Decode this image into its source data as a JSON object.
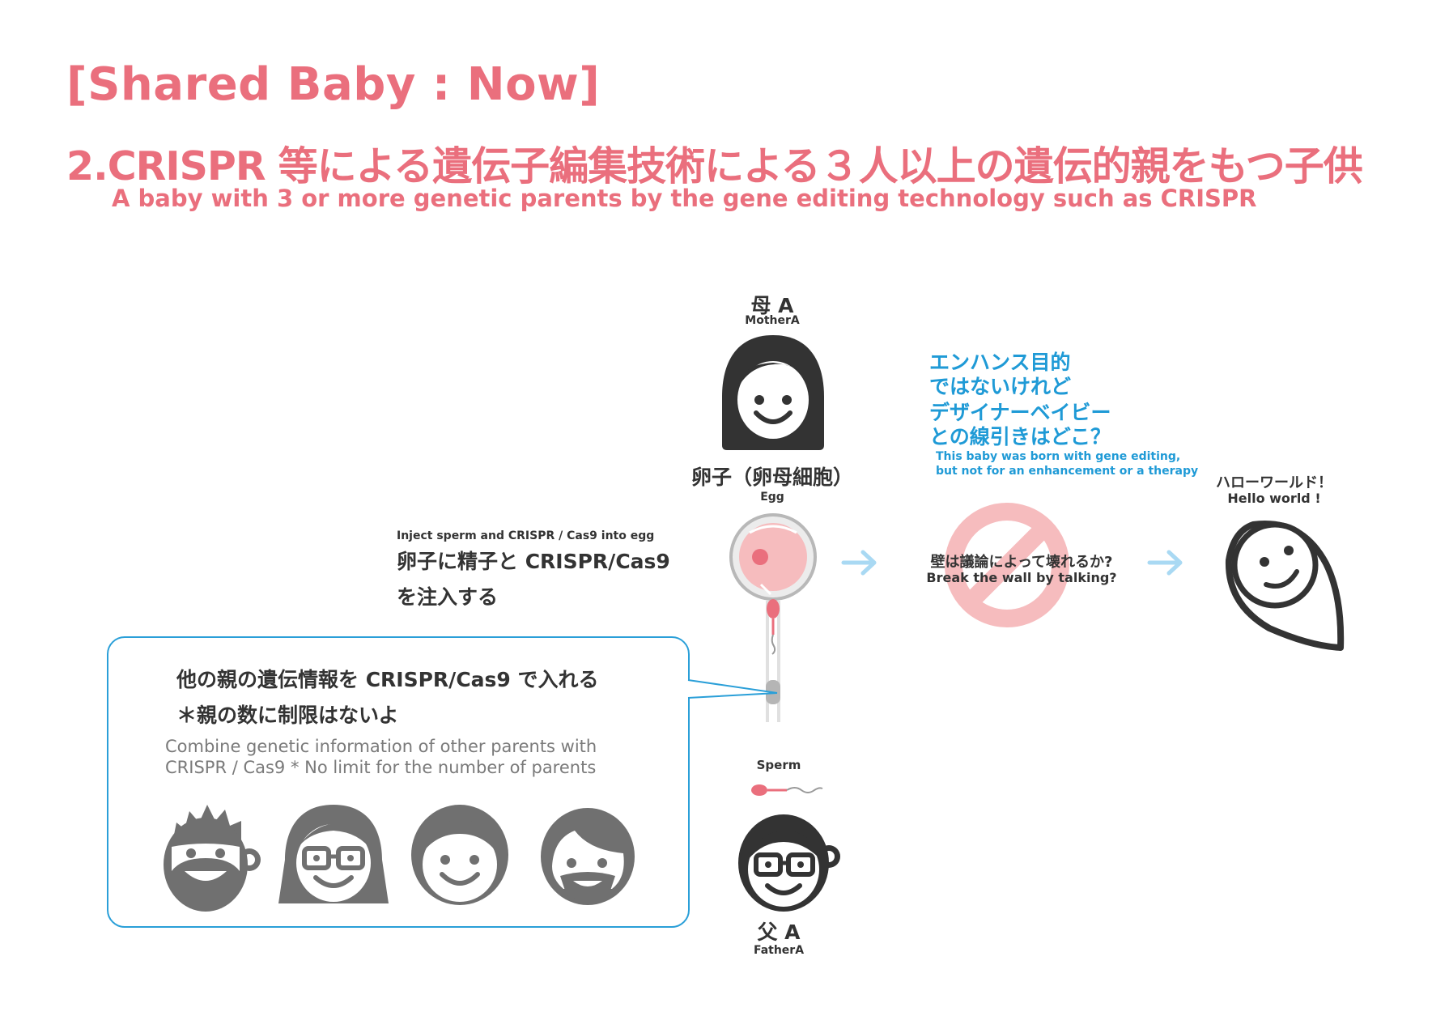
{
  "header": {
    "title": "[Shared Baby : Now]",
    "subtitle_ja": "2.CRISPR 等による遺伝子編集技術による３人以上の遺伝的親をもつ子供",
    "subtitle_en": "A baby with 3 or more genetic parents by the gene editing technology such as CRISPR"
  },
  "mother": {
    "label_ja": "母 A",
    "label_en": "MotherA"
  },
  "egg": {
    "label_ja": "卵子（卵母細胞）",
    "label_en": "Egg"
  },
  "injection": {
    "label_en": "Inject sperm and CRISPR / Cas9 into egg",
    "label_ja_line1": "卵子に精子と CRISPR/Cas9",
    "label_ja_line2": "を注入する"
  },
  "question": {
    "line1": "エンハンス目的",
    "line2": "ではないけれど",
    "line3": "デザイナーベイビー",
    "line4": "との線引きはどこ？",
    "en_line1": "This baby was born with gene editing,",
    "en_line2": "but not for an enhancement or a therapy"
  },
  "wall": {
    "label_ja": "壁は議論によって壊れるか?",
    "label_en": "Break the wall by talking?"
  },
  "baby": {
    "label_ja": "ハローワールド！",
    "label_en": "Hello world !"
  },
  "box": {
    "line1_ja": "他の親の遺伝情報を CRISPR/Cas9 で入れる",
    "line2_ja": "＊親の数に制限はないよ",
    "line1_en": "Combine genetic information of other parents with",
    "line2_en": "CRISPR / Cas9   * No limit for the number of parents"
  },
  "sperm": {
    "label_en": "Sperm"
  },
  "father": {
    "label_ja": "父 A",
    "label_en": "FatherA"
  },
  "colors": {
    "pink": "#ea6f7d",
    "blue": "#1f9ad6",
    "dark": "#333333",
    "gray": "#707070",
    "light_blue_arrow": "#a9d9f3"
  }
}
